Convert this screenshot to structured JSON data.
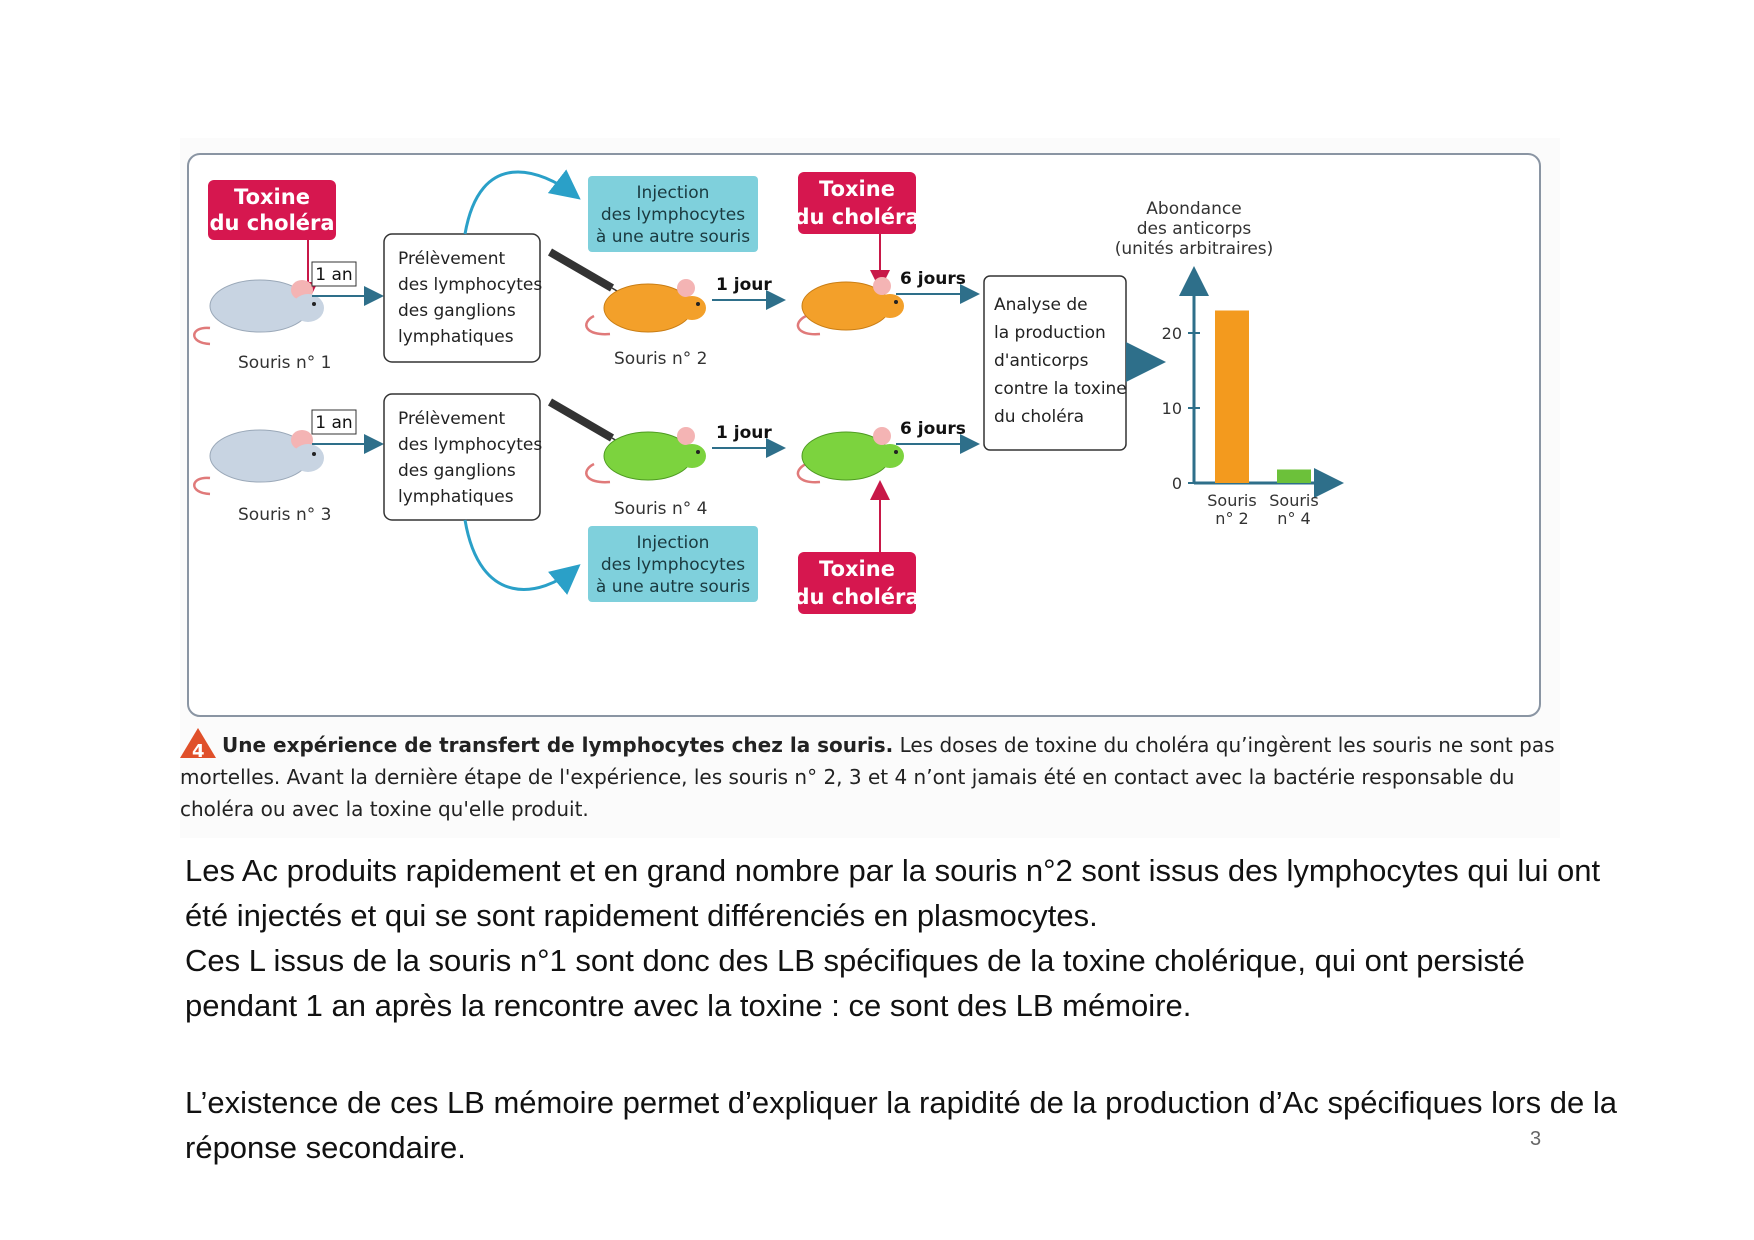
{
  "figure": {
    "toxin_label_line1": "Toxine",
    "toxin_label_line2": "du choléra",
    "one_year": "1 an",
    "one_day": "1 jour",
    "six_days": "6 jours",
    "sampling_lines": [
      "Prélèvement",
      "des lymphocytes",
      "des ganglions",
      "lymphatiques"
    ],
    "injection_lines": [
      "Injection",
      "des lymphocytes",
      "à une autre souris"
    ],
    "analysis_lines": [
      "Analyse de",
      "la production",
      "d'anticorps",
      "contre la toxine",
      "du choléra"
    ],
    "mouse1": "Souris n° 1",
    "mouse2": "Souris n° 2",
    "mouse3": "Souris n° 3",
    "mouse4": "Souris n° 4",
    "colors": {
      "toxin_red": "#d6174f",
      "injection_cyan": "#7fd0dc",
      "mouse_orange": "#f3a02a",
      "mouse_green": "#7cd33e",
      "mouse_grey": "#c8d4e2"
    }
  },
  "chart_data": {
    "type": "bar",
    "title": "Abondance des anticorps (unités arbitraires)",
    "categories": [
      "Souris n° 2",
      "Souris n° 4"
    ],
    "values": [
      23,
      1.8
    ],
    "yticks": [
      0,
      10,
      20
    ],
    "ylim": [
      0,
      26
    ],
    "colors": [
      "#f39a1e",
      "#6cc13a"
    ]
  },
  "chart_labels": {
    "title_lines": [
      "Abondance",
      "des anticorps",
      "(unités arbitraires)"
    ],
    "cat_line1": "Souris",
    "cat2_line2": "n° 2",
    "cat4_line2": "n° 4"
  },
  "caption": {
    "number": "4",
    "bold": "Une expérience de transfert de lymphocytes chez la souris.",
    "rest": " Les doses de toxine du choléra qu’ingèrent les souris ne sont pas mortelles. Avant la dernière étape de l'expérience, les souris n° 2, 3 et 4 n’ont jamais été en contact avec la bactérie responsable du choléra ou avec la toxine qu'elle produit."
  },
  "text": {
    "p1": "Les Ac produits rapidement et en grand nombre par la souris n°2 sont issus des lymphocytes qui lui ont été injectés et qui se sont rapidement différenciés en plasmocytes.",
    "p2": "Ces L issus de la souris n°1 sont donc des LB spécifiques de la toxine cholérique, qui ont persisté pendant 1 an après la rencontre avec la toxine : ce sont des LB mémoire.",
    "p3": "L’existence de ces LB mémoire permet d’expliquer la rapidité de la production d’Ac spécifiques lors de la réponse secondaire."
  },
  "page_number": "3"
}
